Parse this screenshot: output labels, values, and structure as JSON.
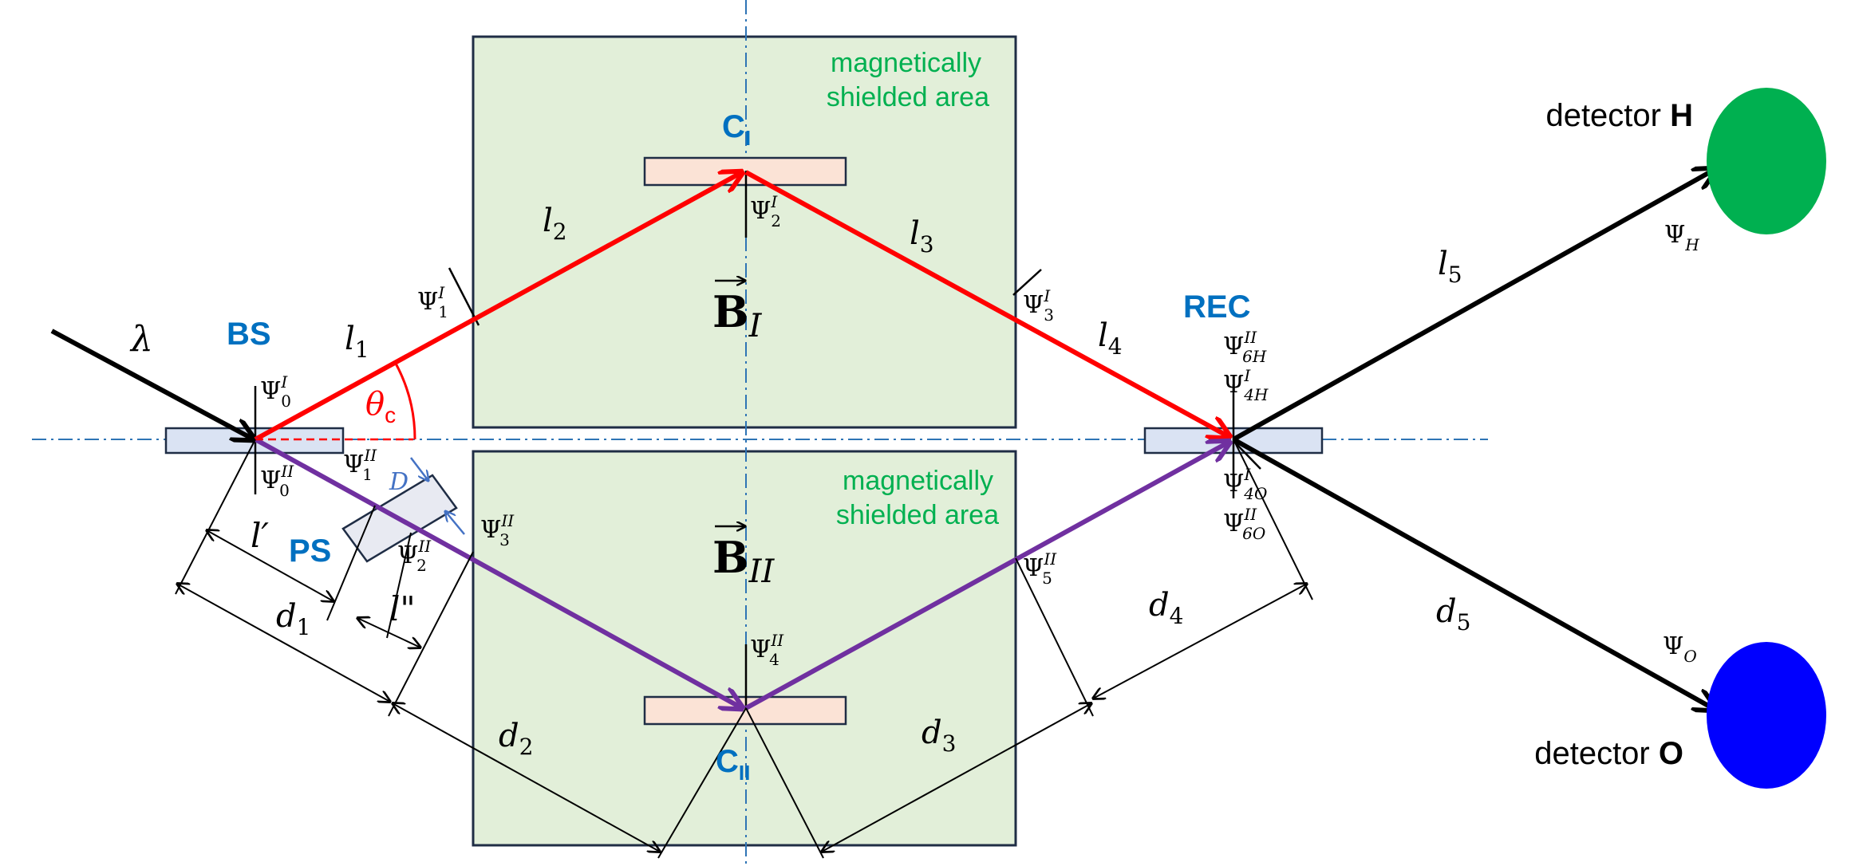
{
  "colors": {
    "shield_fill": "#e2efd9",
    "shield_stroke": "#1f2d45",
    "beam_red": "#ff0000",
    "beam_purple": "#7030a0",
    "beam_black": "#000000",
    "crystal_fill": "#fbe3d6",
    "splitter_fill": "#dae3f3",
    "component_label": "#0070c0",
    "green_text": "#00b050",
    "detector_H": "#00b050",
    "detector_O": "#0000ff",
    "axis_dashdot": "#2e74b5"
  },
  "shield_top": {
    "line1": "magnetically",
    "line2": "shielded area"
  },
  "shield_bottom": {
    "line1": "magnetically",
    "line2": "shielded area"
  },
  "components": {
    "bs": "BS",
    "ps": "PS",
    "rec": "REC",
    "c1_base": "C",
    "c1_sub": "I",
    "c2_base": "C",
    "c2_sub": "II"
  },
  "fields": {
    "b1_base": "B",
    "b1_sub": "I",
    "b2_base": "B",
    "b2_sub": "II"
  },
  "detectors": {
    "h_prefix": "detector ",
    "h_letter": "H",
    "o_prefix": "detector ",
    "o_letter": "O"
  },
  "symbols": {
    "lambda": "λ",
    "theta": "θ",
    "theta_sub": "c",
    "D": "D",
    "psi": "Ψ"
  },
  "paths": {
    "l1": {
      "base": "l",
      "sub": "1"
    },
    "l2": {
      "base": "l",
      "sub": "2"
    },
    "l3": {
      "base": "l",
      "sub": "3"
    },
    "l4": {
      "base": "l",
      "sub": "4"
    },
    "l5": {
      "base": "l",
      "sub": "5"
    },
    "lprime": "l′",
    "ldouble": "l\"",
    "d1": {
      "base": "d",
      "sub": "1"
    },
    "d2": {
      "base": "d",
      "sub": "2"
    },
    "d3": {
      "base": "d",
      "sub": "3"
    },
    "d4": {
      "base": "d",
      "sub": "4"
    },
    "d5": {
      "base": "d",
      "sub": "5"
    }
  },
  "wavefunctions": {
    "psi0_I": {
      "sup": "I",
      "sub": "0"
    },
    "psi0_II": {
      "sup": "II",
      "sub": "0"
    },
    "psi1_I": {
      "sup": "I",
      "sub": "1"
    },
    "psi1_II": {
      "sup": "II",
      "sub": "1"
    },
    "psi2_I": {
      "sup": "I",
      "sub": "2"
    },
    "psi2_II": {
      "sup": "II",
      "sub": "2"
    },
    "psi3_I": {
      "sup": "I",
      "sub": "3"
    },
    "psi3_II": {
      "sup": "II",
      "sub": "3"
    },
    "psi4_II": {
      "sup": "II",
      "sub": "4"
    },
    "psi5_II": {
      "sup": "II",
      "sub": "5"
    },
    "psi6H_II": {
      "sup": "II",
      "sub": "6H"
    },
    "psi4H_I": {
      "sup": "I",
      "sub": "4H"
    },
    "psi4O_I": {
      "sup": "I",
      "sub": "4O"
    },
    "psi6O_II": {
      "sup": "II",
      "sub": "6O"
    },
    "psiH": {
      "sub": "H"
    },
    "psiO": {
      "sub": "O"
    }
  }
}
